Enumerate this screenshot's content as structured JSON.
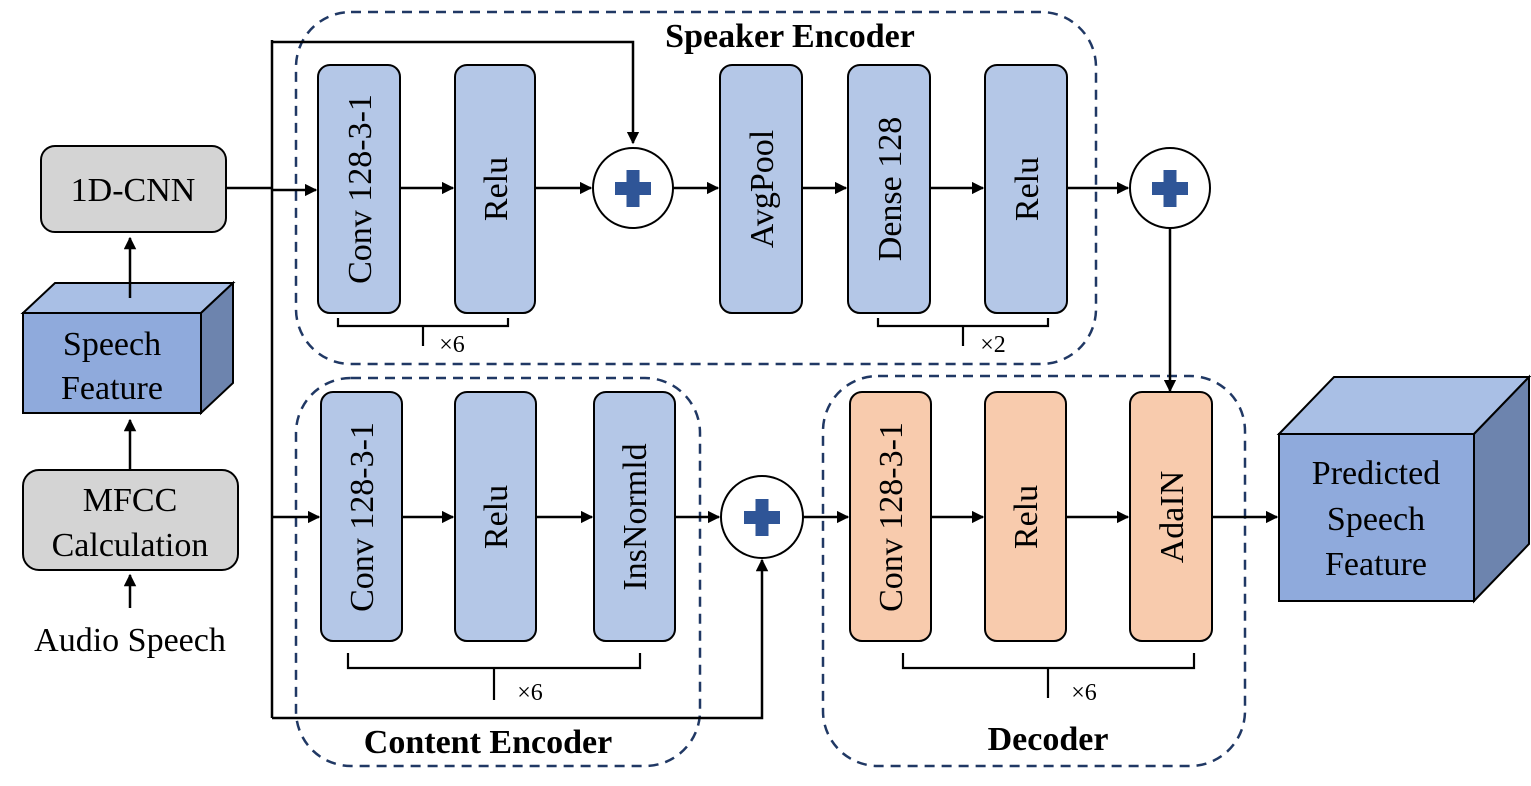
{
  "groups": {
    "speaker": "Speaker Encoder",
    "content": "Content Encoder",
    "decoder": "Decoder"
  },
  "inputs": {
    "audio": "Audio Speech",
    "mfcc_line1": "MFCC",
    "mfcc_line2": "Calculation",
    "feature_line1": "Speech",
    "feature_line2": "Feature",
    "cnn": "1D-CNN"
  },
  "speaker_blocks": [
    "Conv 128-3-1",
    "Relu",
    "AvgPool",
    "Dense 128",
    "Relu"
  ],
  "content_blocks": [
    "Conv 128-3-1",
    "Relu",
    "InsNormld"
  ],
  "decoder_blocks": [
    "Conv 128-3-1",
    "Relu",
    "AdaIN"
  ],
  "repeats": {
    "speaker_conv": "×6",
    "speaker_dense": "×2",
    "content": "×6",
    "decoder": "×6"
  },
  "output": {
    "line1": "Predicted",
    "line2": "Speech",
    "line3": "Feature"
  },
  "colors": {
    "cnn_box": "#d4d4d4",
    "encoder_block": "#b4c7e7",
    "decoder_block": "#f8cbad",
    "feature_cube": "#8faadc",
    "group_border": "#203864",
    "plus_sign": "#2f5597"
  },
  "icons": [
    "plus-icon",
    "arrow-icon"
  ]
}
